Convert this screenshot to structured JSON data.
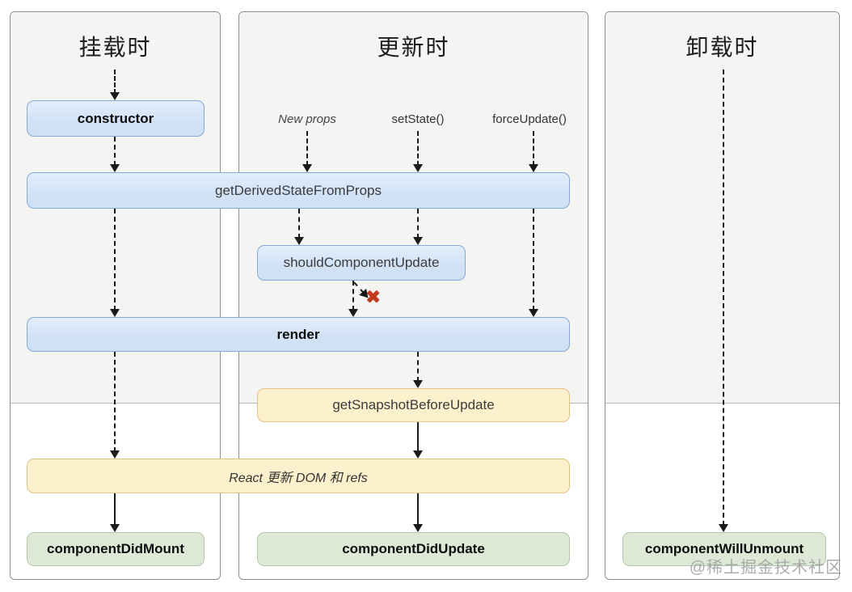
{
  "panels": [
    {
      "title": "挂载时"
    },
    {
      "title": "更新时"
    },
    {
      "title": "卸载时"
    }
  ],
  "triggers": {
    "new_props": "New props",
    "set_state": "setState()",
    "force_update": "forceUpdate()"
  },
  "nodes": {
    "constructor": "constructor",
    "get_derived_state_from_props": "getDerivedStateFromProps",
    "should_component_update": "shouldComponentUpdate",
    "render": "render",
    "get_snapshot_before_update": "getSnapshotBeforeUpdate",
    "react_updates_dom": "React 更新 DOM 和 refs",
    "component_did_mount": "componentDidMount",
    "component_did_update": "componentDidUpdate",
    "component_will_unmount": "componentWillUnmount"
  },
  "icons": {
    "cancel_cross": "✖"
  },
  "watermark": "@稀土掘金技术社区",
  "colors": {
    "panel_fill": "#f4f4f3",
    "panel_border": "#8f8f8f",
    "blue_fill": "#d2e2f6",
    "blue_border": "#84aad8",
    "yellow_fill": "#fdf0cc",
    "yellow_border": "#e0c183",
    "green_fill": "#dde9d6",
    "green_border": "#b4c6aa",
    "arrow": "#1a1a1a",
    "cancel_red": "#c23a20"
  }
}
